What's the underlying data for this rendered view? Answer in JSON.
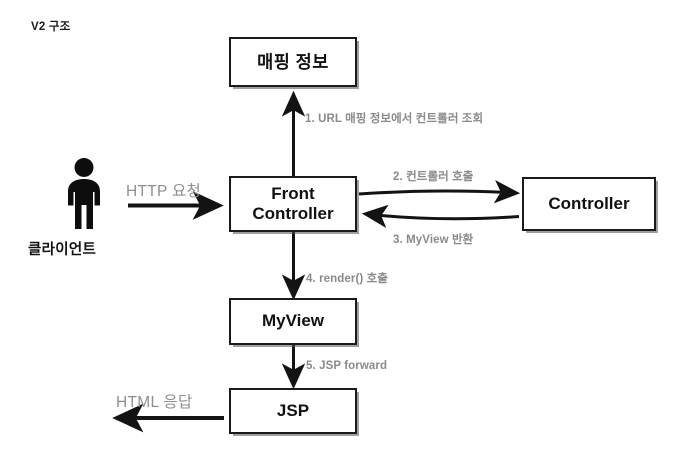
{
  "diagram": {
    "title": "V2 구조",
    "type": "flow-diagram",
    "actor": {
      "icon": "person-figure-icon",
      "caption": "클라이언트"
    },
    "nodes": [
      {
        "id": "mapping",
        "label": "매핑 정보",
        "lang": "kr"
      },
      {
        "id": "front-controller",
        "label": "Front\nController",
        "lang": "en"
      },
      {
        "id": "controller",
        "label": "Controller",
        "lang": "en"
      },
      {
        "id": "myview",
        "label": "MyView",
        "lang": "en"
      },
      {
        "id": "jsp",
        "label": "JSP",
        "lang": "en"
      }
    ],
    "flow_labels": [
      {
        "id": "http-request",
        "text": "HTTP 요청"
      },
      {
        "id": "html-response",
        "text": "HTML 응답"
      }
    ],
    "edge_labels": [
      {
        "id": "step-1",
        "text": "1. URL 매핑 정보에서 컨트롤러 조회"
      },
      {
        "id": "step-2",
        "text": "2. 컨트롤러 호출"
      },
      {
        "id": "step-3",
        "text": "3. MyView 반환"
      },
      {
        "id": "step-4",
        "text": "4. render() 호출"
      },
      {
        "id": "step-5",
        "text": "5. JSP forward"
      }
    ],
    "colors": {
      "stroke": "#1a1a1a",
      "box_fill": "#ffffff",
      "edge_label_text": "#8a8a8a",
      "flow_label_text": "#8f8f8f",
      "title_text": "#1a1a1a"
    }
  }
}
